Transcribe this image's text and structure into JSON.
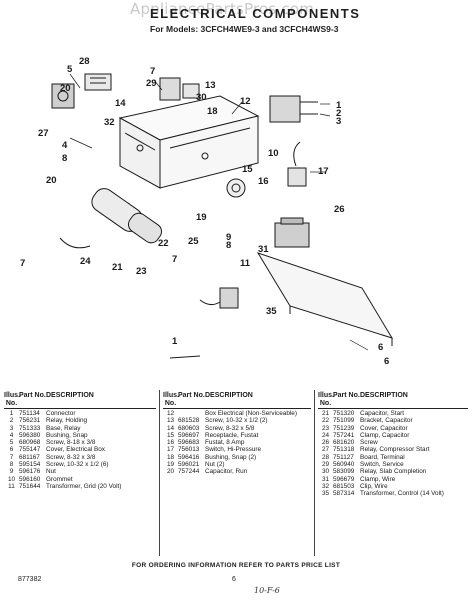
{
  "watermark": "AppliancePartsPros.com",
  "title": "ELECTRICAL COMPONENTS",
  "subtitle": "For Models: 3CFCH4WE9-3 and 3CFCH4WS9-3",
  "callouts": [
    "5",
    "28",
    "7",
    "29",
    "13",
    "30",
    "12",
    "14",
    "18",
    "1",
    "20",
    "2",
    "32",
    "3",
    "27",
    "4",
    "8",
    "15",
    "10",
    "17",
    "16",
    "26",
    "20",
    "9",
    "8",
    "31",
    "11",
    "22",
    "7",
    "19",
    "24",
    "21",
    "23",
    "25",
    "35",
    "6",
    "1",
    "7",
    "6"
  ],
  "table": {
    "headers": {
      "illus": "Illus. No.",
      "part": "Part No.",
      "desc": "DESCRIPTION"
    },
    "col1": [
      {
        "no": "1",
        "part": "751134",
        "desc": "Connector"
      },
      {
        "no": "2",
        "part": "756231",
        "desc": "Relay, Holding"
      },
      {
        "no": "3",
        "part": "751333",
        "desc": "Base, Relay"
      },
      {
        "no": "4",
        "part": "596380",
        "desc": "Bushing, Snap"
      },
      {
        "no": "5",
        "part": "680968",
        "desc": "Screw, 8-18 x 3/8"
      },
      {
        "no": "6",
        "part": "755147",
        "desc": "Cover, Electrical Box"
      },
      {
        "no": "7",
        "part": "681167",
        "desc": "Screw, 8-32 x 3/8"
      },
      {
        "no": "8",
        "part": "595154",
        "desc": "Screw, 10-32 x 1/2 (6)"
      },
      {
        "no": "9",
        "part": "596176",
        "desc": "Nut"
      },
      {
        "no": "10",
        "part": "596160",
        "desc": "Grommet"
      },
      {
        "no": "11",
        "part": "751644",
        "desc": "Transformer, Grid (20 Volt)"
      }
    ],
    "col2": [
      {
        "no": "12",
        "part": "",
        "desc": "Box Electrical (Non-Serviceable)"
      },
      {
        "no": "13",
        "part": "681528",
        "desc": "Screw, 10-32 x 1/2 (2)"
      },
      {
        "no": "14",
        "part": "680603",
        "desc": "Screw, 8-32 x 5/8"
      },
      {
        "no": "15",
        "part": "596697",
        "desc": "Receptacle, Fustat"
      },
      {
        "no": "16",
        "part": "596683",
        "desc": "Fustat, 8 Amp"
      },
      {
        "no": "17",
        "part": "756013",
        "desc": "Switch, Hi-Pressure"
      },
      {
        "no": "18",
        "part": "596416",
        "desc": "Bushing, Snap (2)"
      },
      {
        "no": "19",
        "part": "596021",
        "desc": "Nut (2)"
      },
      {
        "no": "20",
        "part": "757244",
        "desc": "Capacitor, Run"
      }
    ],
    "col3": [
      {
        "no": "21",
        "part": "751320",
        "desc": "Capacitor, Start"
      },
      {
        "no": "22",
        "part": "751099",
        "desc": "Bracket, Capacitor"
      },
      {
        "no": "23",
        "part": "751239",
        "desc": "Cover, Capacitor"
      },
      {
        "no": "24",
        "part": "757241",
        "desc": "Clamp, Capacitor"
      },
      {
        "no": "26",
        "part": "681620",
        "desc": "Screw"
      },
      {
        "no": "27",
        "part": "751318",
        "desc": "Relay, Compressor Start"
      },
      {
        "no": "28",
        "part": "751127",
        "desc": "Board, Terminal"
      },
      {
        "no": "29",
        "part": "560940",
        "desc": "Switch, Service"
      },
      {
        "no": "30",
        "part": "583099",
        "desc": "Relay, Slab Completion"
      },
      {
        "no": "31",
        "part": "596679",
        "desc": "Clamp, Wire"
      },
      {
        "no": "32",
        "part": "681503",
        "desc": "Clip, Wire"
      },
      {
        "no": "35",
        "part": "587314",
        "desc": "Transformer, Control (14 Volt)"
      }
    ]
  },
  "footer": "FOR ORDERING INFORMATION REFER TO PARTS PRICE LIST",
  "doc_number": "877382",
  "page_number": "6",
  "handwritten_note": "10-F-6"
}
